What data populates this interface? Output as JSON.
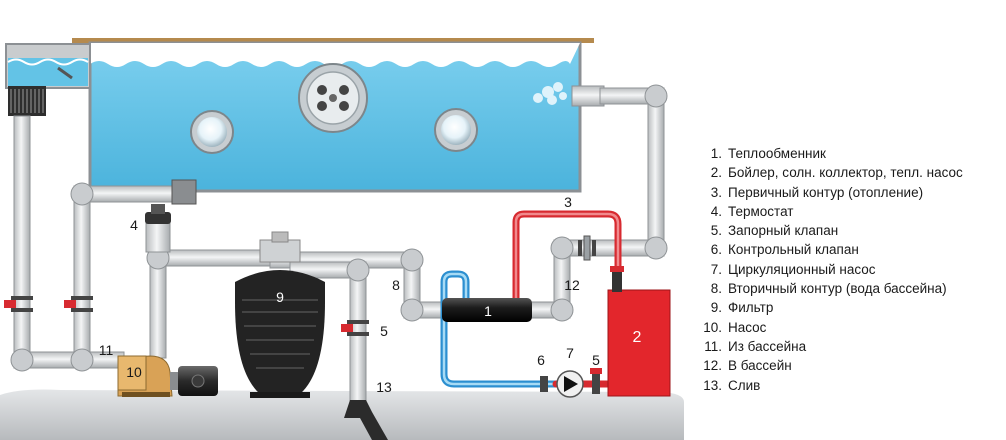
{
  "labels": {
    "heat_exchanger": "1",
    "boiler": "2",
    "primary_circuit": "3",
    "thermostat": "4",
    "shutoff_valve_left": "5",
    "shutoff_valve_right": "5",
    "check_valve": "6",
    "circ_pump": "7",
    "secondary_circuit": "8",
    "filter": "9",
    "pump": "10",
    "from_pool": "11",
    "to_pool": "12",
    "drain": "13"
  },
  "legend": [
    {
      "num": "1.",
      "text": "Теплообменник"
    },
    {
      "num": "2.",
      "text": "Бойлер, солн. коллектор, тепл. насос"
    },
    {
      "num": "3.",
      "text": "Первичный контур (отопление)"
    },
    {
      "num": "4.",
      "text": "Термостат"
    },
    {
      "num": "5.",
      "text": "Запорный клапан"
    },
    {
      "num": "6.",
      "text": "Контрольный клапан"
    },
    {
      "num": "7.",
      "text": "Циркуляционный насос"
    },
    {
      "num": "8.",
      "text": "Вторичный контур (вода бассейна)"
    },
    {
      "num": "9.",
      "text": "Фильтр"
    },
    {
      "num": "10.",
      "text": "Насос"
    },
    {
      "num": "11.",
      "text": "Из бассейна"
    },
    {
      "num": "12.",
      "text": "В бассейн"
    },
    {
      "num": "13.",
      "text": "Слив"
    }
  ],
  "colors": {
    "water": "#63c3e6",
    "pipe": "#d9dcde",
    "hot_loop": "#d72a30",
    "cold_loop": "#2c8fd0",
    "boiler": "#e3262c",
    "filter": "#232323",
    "pump_body": "#d9a256",
    "ground": "#cfd2d4"
  }
}
